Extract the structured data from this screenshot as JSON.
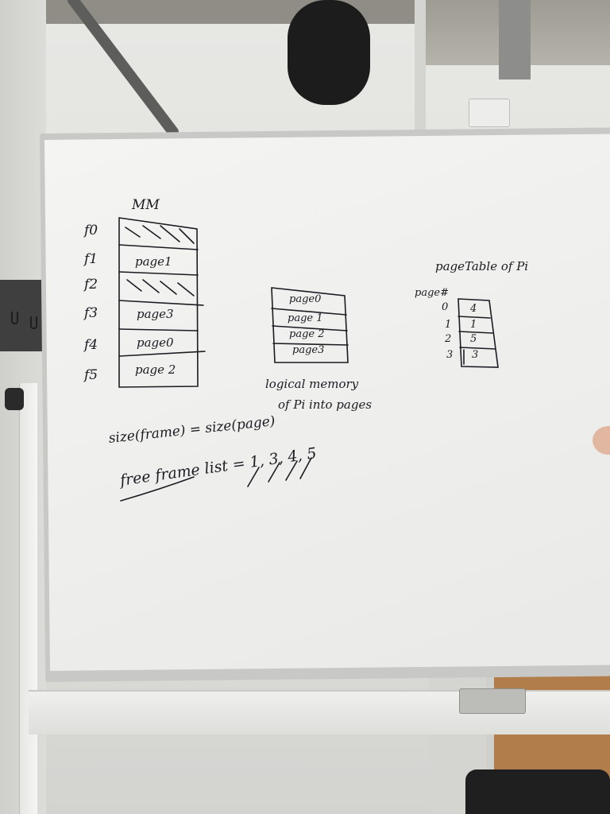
{
  "main_memory": {
    "title": "MM",
    "frames": [
      {
        "label": "f0",
        "content": ""
      },
      {
        "label": "f1",
        "content": "page1"
      },
      {
        "label": "f2",
        "content": ""
      },
      {
        "label": "f3",
        "content": "page3"
      },
      {
        "label": "f4",
        "content": "page0"
      },
      {
        "label": "f5",
        "content": "page 2"
      }
    ]
  },
  "logical_memory": {
    "pages": [
      "page0",
      "page 1",
      "page 2",
      "page3"
    ],
    "caption_line1": "logical memory",
    "caption_line2": "of Pi into pages"
  },
  "page_table": {
    "title": "pageTable of Pi",
    "column_header": "page#",
    "rows": [
      {
        "index": "0",
        "frame": "4"
      },
      {
        "index": "1",
        "frame": "1"
      },
      {
        "index": "2",
        "frame": "5"
      },
      {
        "index": "3",
        "frame": "3"
      }
    ]
  },
  "notes": {
    "size_equation": "size(frame) = size(page)",
    "free_frame_list": "free frame list = 1, 3, 4, 5"
  },
  "colors": {
    "ink": "#1b1b22",
    "board": "#efefed",
    "frame": "#c8c8c6"
  }
}
